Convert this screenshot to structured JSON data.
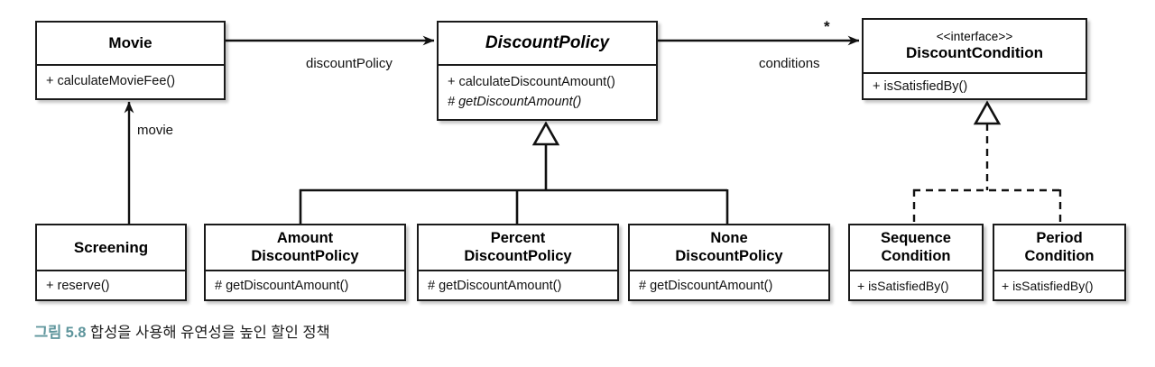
{
  "diagram": {
    "title_caption": {
      "number": "그림 5.8",
      "text": "합성을 사용해 유연성을 높인 할인 정책",
      "number_color": "#5e959c"
    },
    "classes": [
      {
        "id": "movie",
        "name": "Movie",
        "stereotype": "",
        "operations": [
          "+ calculateMovieFee()"
        ]
      },
      {
        "id": "discount-policy",
        "name": "DiscountPolicy",
        "stereotype": "",
        "operations": [
          "+ calculateDiscountAmount()",
          "# getDiscountAmount()"
        ]
      },
      {
        "id": "discount-condition",
        "name": "DiscountCondition",
        "stereotype": "<<interface>>",
        "operations": [
          "+ isSatisfiedBy()"
        ]
      },
      {
        "id": "screening",
        "name": "Screening",
        "stereotype": "",
        "operations": [
          "+ reserve()"
        ]
      },
      {
        "id": "amount-discount-policy",
        "name_line1": "Amount",
        "name_line2": "DiscountPolicy",
        "operations": [
          "# getDiscountAmount()"
        ]
      },
      {
        "id": "percent-discount-policy",
        "name_line1": "Percent",
        "name_line2": "DiscountPolicy",
        "operations": [
          "# getDiscountAmount()"
        ]
      },
      {
        "id": "none-discount-policy",
        "name_line1": "None",
        "name_line2": "DiscountPolicy",
        "operations": [
          "# getDiscountAmount()"
        ]
      },
      {
        "id": "sequence-condition",
        "name_line1": "Sequence",
        "name_line2": "Condition",
        "operations": [
          "+ isSatisfiedBy()"
        ]
      },
      {
        "id": "period-condition",
        "name_line1": "Period",
        "name_line2": "Condition",
        "operations": [
          "+ isSatisfiedBy()"
        ]
      }
    ],
    "edges": {
      "movie_to_discount_policy_label": "discountPolicy",
      "screening_to_movie_label": "movie",
      "discount_policy_to_condition_label": "conditions",
      "discount_policy_to_condition_multiplicity": "*"
    },
    "colors": {
      "stroke": "#1a1a1a",
      "fill": "#ffffff",
      "text": "#111111",
      "caption_accent": "#5e959c"
    }
  }
}
